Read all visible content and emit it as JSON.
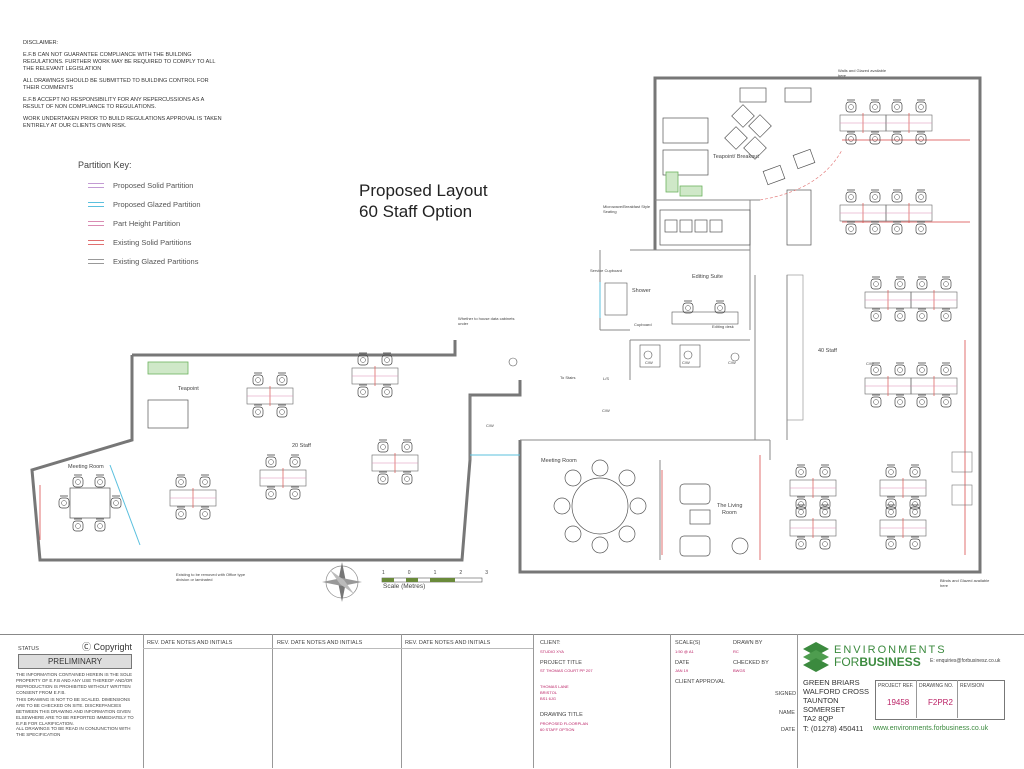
{
  "disclaimer": {
    "heading": "DISCLAIMER:",
    "p1": "E.F.B CAN NOT GUARANTEE COMPLIANCE WITH THE BUILDING REGULATIONS. FURTHER WORK MAY BE REQUIRED TO COMPLY TO ALL THE RELEVANT LEGISLATION",
    "p2": "ALL DRAWINGS SHOULD BE SUBMITTED TO BUILDING CONTROL FOR THEIR COMMENTS",
    "p3": "E.F.B ACCEPT NO RESPONSIBILITY FOR ANY REPERCUSSIONS AS A RESULT OF NON COMPLIANCE TO REGULATIONS.",
    "p4": "WORK UNDERTAKEN PRIOR TO BUILD REGULATIONS APPROVAL IS TAKEN ENTIRELY AT OUR CLIENTS OWN RISK."
  },
  "partition_key": {
    "title": "Partition Key:",
    "items": [
      {
        "label": "Proposed Solid Partition",
        "color": "#c39bd3"
      },
      {
        "label": "Proposed Glazed Partition",
        "color": "#5bc0de"
      },
      {
        "label": "Part Height Partition",
        "color": "#d98cb3"
      },
      {
        "label": "Existing Solid Partitions",
        "color": "#e07070"
      },
      {
        "label": "Existing Glazed Partitions",
        "color": "#999999"
      }
    ]
  },
  "layout_title": {
    "line1": "Proposed Layout",
    "line2": "60 Staff Option"
  },
  "room_labels": {
    "teapoint_breakout": "Teapoint/ Breakout",
    "editing_suite": "Editing Suite",
    "shower": "Shower",
    "teapoint": "Teapoint",
    "staff20": "20 Staff",
    "staff40": "40 Staff",
    "meeting_room_left": "Meeting Room",
    "meeting_room_right": "Meeting Room",
    "living_room_1": "The Living",
    "living_room_2": "Room",
    "editing_desk": "Editing desk",
    "cupboard": "Cupboard",
    "service_cupboard": "Service Cupboard",
    "to_stairs": "To Stairs",
    "lift": "L/S",
    "c_w_1": "C/W",
    "c_w_2": "C/W",
    "c_w_3": "C/W",
    "c_w_4": "C/W",
    "c_w_5": "C/W",
    "c_w_6": "C/W",
    "note_left": "Existing to be removed with Office type division or laminated",
    "note_top_left": "Whether to house data cabinets under",
    "note_top_right": "Walls and Glazed available here",
    "note_bottom_right": "Blinds and Glazed available here",
    "note_breakout": "Microwave/Breakfast Style Seating"
  },
  "scale_bar": {
    "label": "Scale (Metres)",
    "ticks": [
      "1",
      "0",
      "1",
      "2",
      "3"
    ]
  },
  "title_block": {
    "status_label": "STATUS",
    "status_value": "PRELIMINARY",
    "copyright": "Copyright",
    "info1": "THE INFORMATION CONTAINED HEREIN IS THE SOLE PROPERTY OF E.F.B AND ANY USE THEREOF AND/OR REPRODUCTION IS PROHIBITED WITHOUT WRITTEN CONSENT FROM E.F.B.",
    "info2": "THIS DRAWING IS NOT TO BE SCALED. DIMENSIONS ARE TO BE CHECKED ON SITE. DISCREPANCIES BETWEEN THIS DRAWING AND INFORMATION GIVEN ELSEWHERE ARE TO BE REPORTED IMMEDIATELY TO E.F.B FOR CLARIFICATION.",
    "info3": "ALL DRAWINGS TO BE READ IN CONJUNCTION WITH THE SPECIFICATION",
    "rev_headers": [
      {
        "rev": "REV.",
        "date": "DATE",
        "notes": "NOTES AND INITIALS"
      },
      {
        "rev": "REV.",
        "date": "DATE",
        "notes": "NOTES AND INITIALS"
      },
      {
        "rev": "REV.",
        "date": "DATE",
        "notes": "NOTES AND INITIALS"
      }
    ],
    "client_label": "CLIENT:",
    "client_value": "STUDIO XYA",
    "project_title_label": "PROJECT TITLE",
    "project_title_value": "ST THOMAS COURT PP 207",
    "address_1": "THOMAS LANE",
    "address_2": "BRISTOL",
    "address_3": "BS1 6JG",
    "drawing_title_label": "DRAWING TITLE",
    "drawing_title_value_1": "PROPOSED FLOORPLAN",
    "drawing_title_value_2": "60 STAFF OPTION",
    "scale_label": "SCALE(S)",
    "scale_value": "1:50 @ A1",
    "drawn_by_label": "DRAWN BY",
    "drawn_by_value": "RC",
    "date_label": "DATE",
    "date_value": "JAN 19",
    "checked_by_label": "CHECKED BY",
    "checked_by_value": "BWGS",
    "client_approval_label": "CLIENT APPROVAL",
    "signed_label": "SIGNED",
    "name_label": "NAME",
    "date2_label": "DATE",
    "company_line1": "ENVIRONMENTS",
    "company_line2a": "FOR",
    "company_line2b": "BUSINESS",
    "email": "E: enquiries@forbusinesz.co.uk",
    "addr_lines": [
      "GREEN BRIARS",
      "WALFORD CROSS",
      "TAUNTON",
      "SOMERSET",
      "TA2 8QP"
    ],
    "phone": "T: (01278) 450411",
    "website": "www.environments.forbusiness.co.uk",
    "project_ref_label": "PROJECT REF.",
    "project_ref_value": "19458",
    "drawing_no_label": "DRAWING NO.",
    "drawing_no_value": "F2PR2",
    "revision_label": "REVISION",
    "brand_green": "#3b8a3e"
  }
}
